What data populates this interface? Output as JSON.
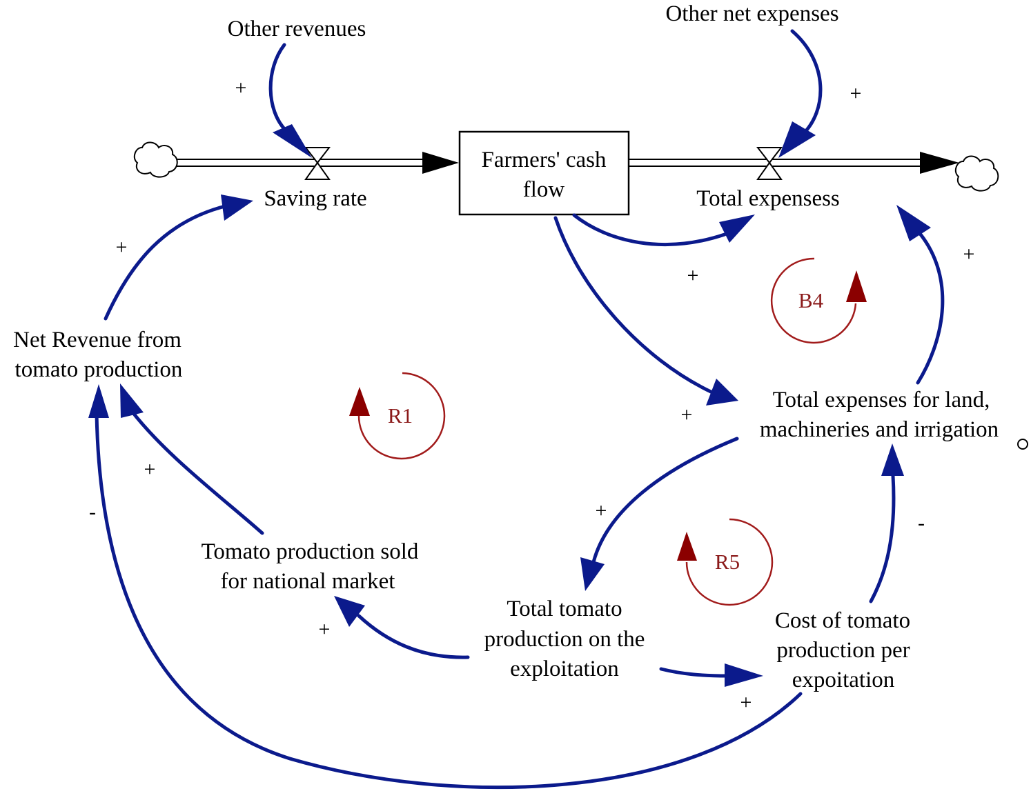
{
  "colors": {
    "link": "#0b1a8c",
    "loop": "#8B1A1A",
    "text": "#000000",
    "background": "#ffffff"
  },
  "stock": {
    "line1": "Farmers' cash",
    "line2": "flow"
  },
  "flows": {
    "inflow": "Saving rate",
    "outflow": "Total expensess"
  },
  "variables": {
    "other_revenues": "Other revenues",
    "other_net_expenses": "Other net expenses",
    "net_revenue": [
      "Net Revenue from",
      "tomato production"
    ],
    "total_expenses_land": [
      "Total expenses for land,",
      "machineries and irrigation"
    ],
    "tomato_sold": [
      "Tomato production sold",
      "for national market"
    ],
    "total_tomato": [
      "Total tomato",
      "production on the",
      "exploitation"
    ],
    "cost_tomato": [
      "Cost of tomato",
      "production per",
      "expoitation"
    ]
  },
  "loops": {
    "b4": "B4",
    "r1": "R1",
    "r5": "R5"
  },
  "polarities": {
    "other_revenues_to_saving": "+",
    "other_expenses_to_total": "+",
    "net_revenue_to_saving": "+",
    "cash_to_total_expensess": "+",
    "land_to_total_expensess": "+",
    "cash_to_land": "+",
    "sold_to_net_revenue": "+",
    "cost_to_net_revenue": "-",
    "land_to_total_tomato": "+",
    "cost_to_land": "-",
    "total_to_sold": "+",
    "total_to_cost": "+"
  },
  "icons": {
    "source": "cloud-source-icon",
    "sink": "cloud-sink-icon",
    "valve": "valve-icon",
    "shadow_marker": "shadow-variable-icon"
  }
}
